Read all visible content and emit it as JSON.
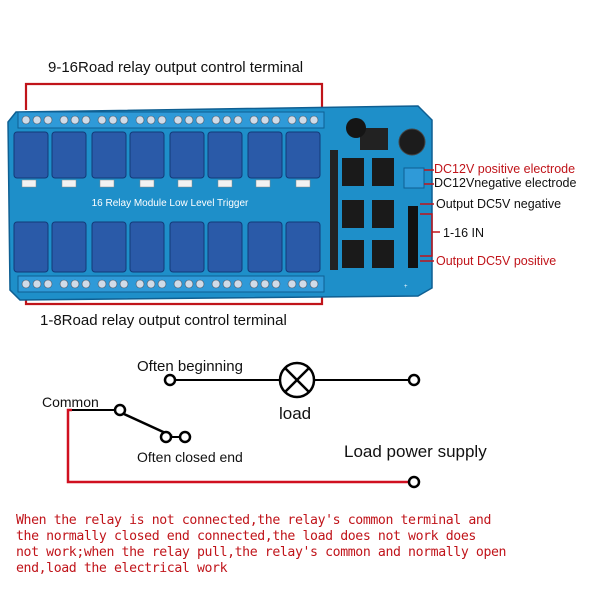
{
  "board": {
    "top_terminal_label": "9-16Road relay output control terminal",
    "bottom_terminal_label": "1-8Road relay output control terminal",
    "module_print": "16 Relay Module  Low Level Trigger",
    "right_labels": {
      "dc12_pos_prefix": "DC12V",
      "dc12_pos_text": " positive electrode",
      "dc12_neg_prefix": "DC12V",
      "dc12_neg_text": "negative electrode",
      "dc5_neg": "Output DC5V negative",
      "in_range": "1-16 IN",
      "dc5_pos": "Output DC5V positive"
    }
  },
  "circuit": {
    "often_beginning": "Often beginning",
    "common": "Common",
    "load": "load",
    "often_closed_end": "Often closed end",
    "load_power_supply": "Load power supply"
  },
  "note": {
    "line1": "When the relay is not connected,the relay's common terminal and",
    "line2": "the normally closed end connected,the load does not work does",
    "line3": "not work;when the relay pull,the relay's common and normally open",
    "line4": "end,load the electrical work"
  },
  "colors": {
    "pcb": "#1e8fc9",
    "relay": "#2a5aa8",
    "terminal": "#2f9ad8",
    "accent_red": "#c0141a"
  }
}
